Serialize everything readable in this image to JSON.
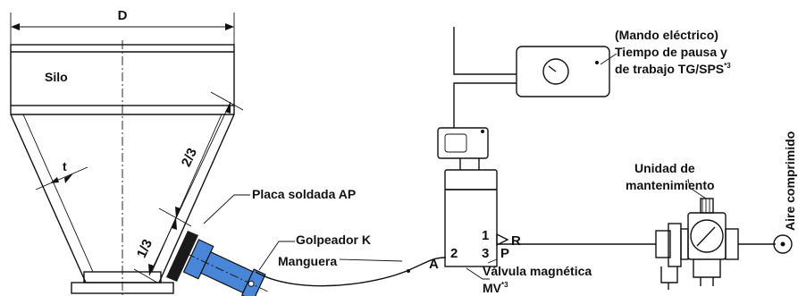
{
  "labels": {
    "D": "D",
    "silo": "Silo",
    "t": "t",
    "two_thirds": "2/3",
    "one_third": "1/3",
    "placa": "Placa soldada AP",
    "golpeador": "Golpeador K",
    "manguera": "Manguera",
    "port_a": "A",
    "port_p": "P",
    "port_1": "1",
    "port_2": "2",
    "port_3": "3",
    "port_r": "R",
    "valvula": "Válvula magnética",
    "mv": "MV",
    "mv_sup": "*3",
    "mando": "(Mando eléctrico)",
    "tiempo1": "Tiempo de pausa y",
    "tiempo2": "de trabajo TG/SPS",
    "tiempo_sup": "*3",
    "unidad1": "Unidad de",
    "unidad2": "mantenimiento",
    "aire": "Aire comprimido"
  },
  "colors": {
    "hammer_blue": "#4a86d8",
    "hammer_dark": "#2f5fa8",
    "plate": "#1a1a1a",
    "line": "#111111"
  }
}
